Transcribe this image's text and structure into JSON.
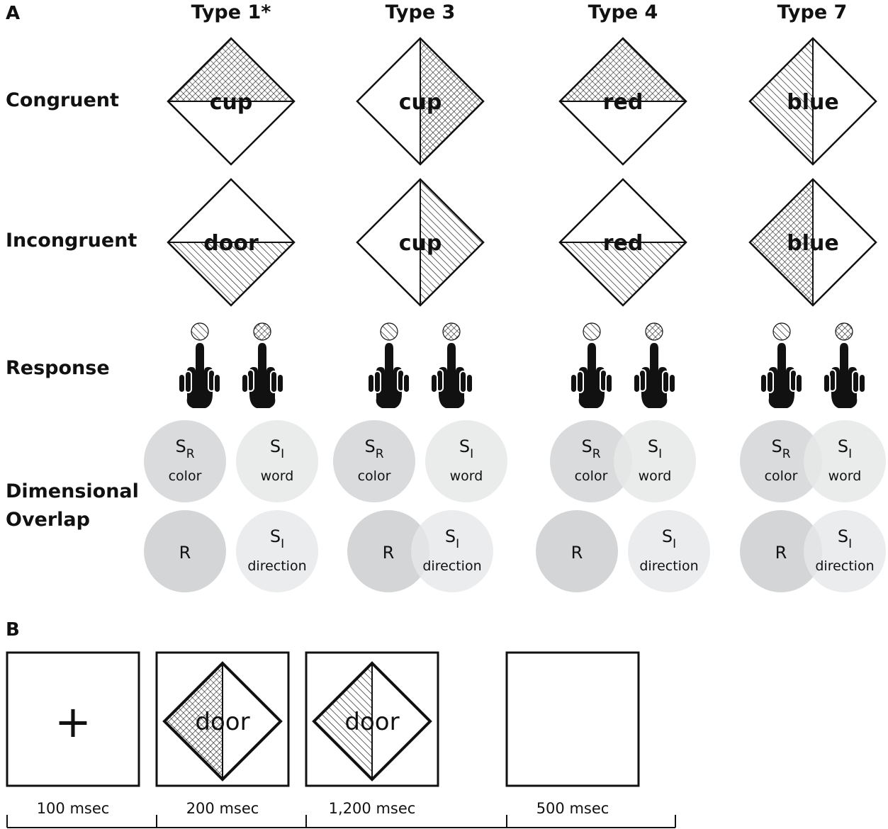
{
  "panel_a": {
    "label": "A",
    "columns": [
      "Type 1*",
      "Type 3",
      "Type 4",
      "Type 7"
    ],
    "rows": {
      "congruent": "Congruent",
      "incongruent": "Incongruent",
      "response": "Response",
      "overlap_line1": "Dimensional",
      "overlap_line2": "Overlap"
    },
    "stimuli": [
      {
        "congruent": {
          "word": "cup",
          "split": "horizontal",
          "pattern": "crosshatch",
          "half": "top"
        },
        "incongruent": {
          "word": "door",
          "split": "horizontal",
          "pattern": "diagonal",
          "half": "bottom"
        }
      },
      {
        "congruent": {
          "word": "cup",
          "split": "vertical",
          "pattern": "crosshatch",
          "half": "right"
        },
        "incongruent": {
          "word": "cup",
          "split": "vertical",
          "pattern": "diagonal",
          "half": "right"
        }
      },
      {
        "congruent": {
          "word": "red",
          "split": "horizontal",
          "pattern": "crosshatch",
          "half": "top"
        },
        "incongruent": {
          "word": "red",
          "split": "horizontal",
          "pattern": "diagonal",
          "half": "bottom"
        }
      },
      {
        "congruent": {
          "word": "blue",
          "split": "vertical",
          "pattern": "diagonal",
          "half": "left"
        },
        "incongruent": {
          "word": "blue",
          "split": "vertical",
          "pattern": "crosshatch",
          "half": "left"
        }
      }
    ],
    "overlap": {
      "sr_color_label": "S",
      "sr_color_sub": "R",
      "sr_color_name": "color",
      "si_word_label": "S",
      "si_word_sub": "I",
      "si_word_name": "word",
      "r_label": "R",
      "si_dir_label": "S",
      "si_dir_sub": "I",
      "si_dir_name": "direction",
      "sr_si_overlap": [
        false,
        false,
        true,
        true
      ],
      "r_si_overlap": [
        false,
        true,
        false,
        true
      ]
    }
  },
  "panel_b": {
    "label": "B",
    "frames": [
      {
        "content": "fixation",
        "symbol": "+",
        "duration": "100 msec"
      },
      {
        "content": "outline",
        "word": "door",
        "duration": "200 msec"
      },
      {
        "content": "filled",
        "word": "door",
        "duration": "1,200 msec"
      },
      {
        "content": "blank",
        "duration": "500 msec"
      }
    ]
  },
  "colors": {
    "ink": "#111111",
    "circle_light": "#e6e7e8",
    "circle_dark": "#d4d5d7",
    "overlap_fill": "#c9cacc"
  }
}
